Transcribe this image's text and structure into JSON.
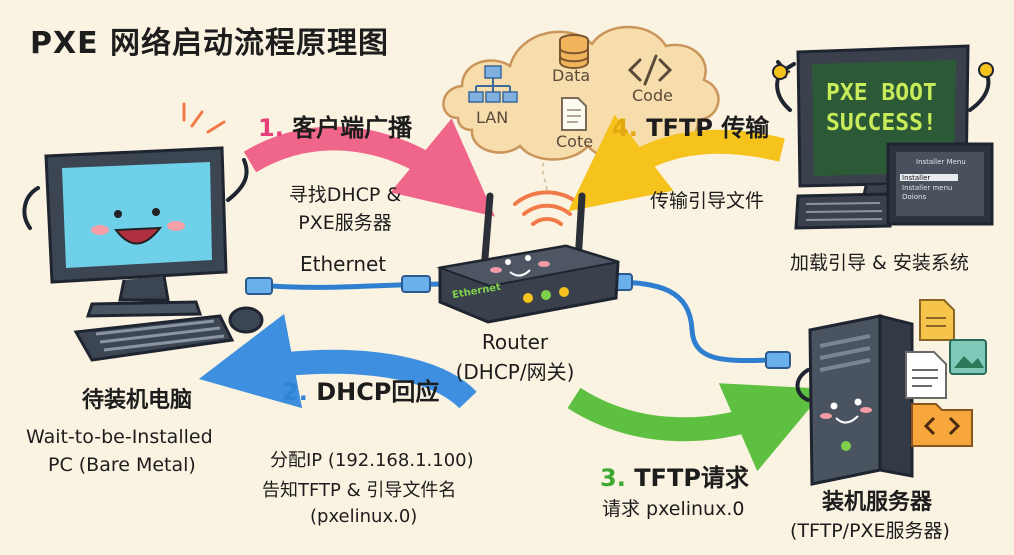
{
  "title": "PXE 网络启动流程原理图",
  "cloud": {
    "data": "Data",
    "code": "Code",
    "lan": "LAN",
    "cote": "Cote"
  },
  "step1": {
    "num": "1.",
    "label": "客户端广播",
    "desc_line1": "寻找DHCP &",
    "desc_line2": "PXE服务器",
    "color": "#f0658a",
    "num_color": "#e8407a"
  },
  "step2": {
    "num": "2.",
    "label": "DHCP回应",
    "desc_line1": "分配IP (192.168.1.100)",
    "desc_line2": "告知TFTP & 引导文件名",
    "desc_line3": "(pxelinux.0)",
    "color": "#3e8fe0",
    "num_color": "#2f84d6"
  },
  "step3": {
    "num": "3.",
    "label": "TFTP请求",
    "desc": "请求 pxelinux.0",
    "color": "#5ec040",
    "num_color": "#3da832"
  },
  "step4": {
    "num": "4.",
    "label": "TFTP 传输",
    "desc": "传输引导文件",
    "color": "#f6c21c",
    "num_color": "#e3a810"
  },
  "ethernet_label": "Ethernet",
  "router": {
    "name": "Router",
    "sub": "(DHCP/网关)",
    "sticker": "Ethernet"
  },
  "client": {
    "name_cn": "待装机电脑",
    "name_en_line1": "Wait-to-be-Installed",
    "name_en_line2": "PC (Bare Metal)"
  },
  "server": {
    "name_cn": "装机服务器",
    "sub": "(TFTP/PXE服务器)"
  },
  "monitor": {
    "screen_line1": "PXE BOOT",
    "screen_line2": "SUCCESS!",
    "caption": "加载引导 & 安装系统"
  },
  "installer_menu": {
    "title": "Installer Menu",
    "item1": "Installer",
    "item2": "Installer menu",
    "item3": "Ooions"
  }
}
